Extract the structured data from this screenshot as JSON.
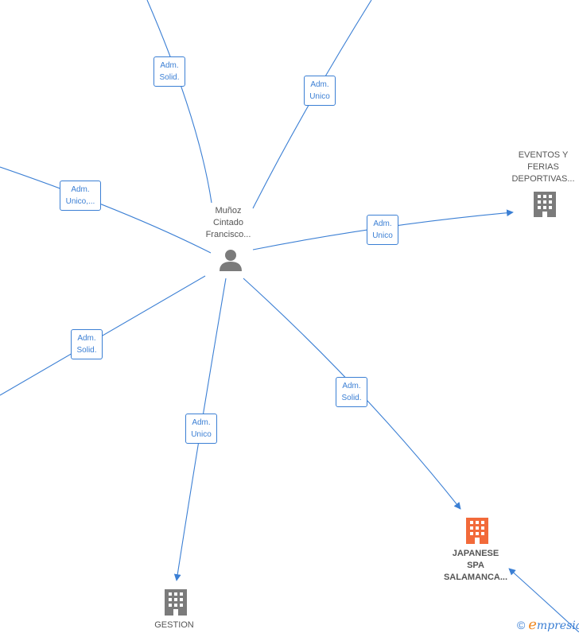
{
  "colors": {
    "edge": "#3b7fd4",
    "building_grey": "#7b7b7b",
    "building_highlight": "#f26a3a",
    "person": "#7b7b7b",
    "watermark_e": "#f08a24"
  },
  "nodes": {
    "person": {
      "label": "Muñoz\nCintado\nFrancisco...",
      "icon": "person-icon"
    },
    "eventos": {
      "label": "EVENTOS Y\nFERIAS\nDEPORTIVAS...",
      "icon": "building-icon"
    },
    "japanese": {
      "label": "JAPANESE\nSPA\nSALAMANCA...",
      "icon": "building-icon"
    },
    "gestion": {
      "label": "GESTION",
      "icon": "building-icon"
    }
  },
  "edges": [
    {
      "id": "top-left",
      "label": "Adm.\nSolid."
    },
    {
      "id": "top-right",
      "label": "Adm.\nUnico"
    },
    {
      "id": "left",
      "label": "Adm.\nUnico,..."
    },
    {
      "id": "eventos",
      "label": "Adm.\nUnico"
    },
    {
      "id": "lower-left",
      "label": "Adm.\nSolid."
    },
    {
      "id": "gestion",
      "label": "Adm.\nUnico"
    },
    {
      "id": "japanese",
      "label": "Adm.\nSolid."
    }
  ],
  "watermark": {
    "copyright": "©",
    "brand_e": "e",
    "brand_rest": "mpresia"
  }
}
